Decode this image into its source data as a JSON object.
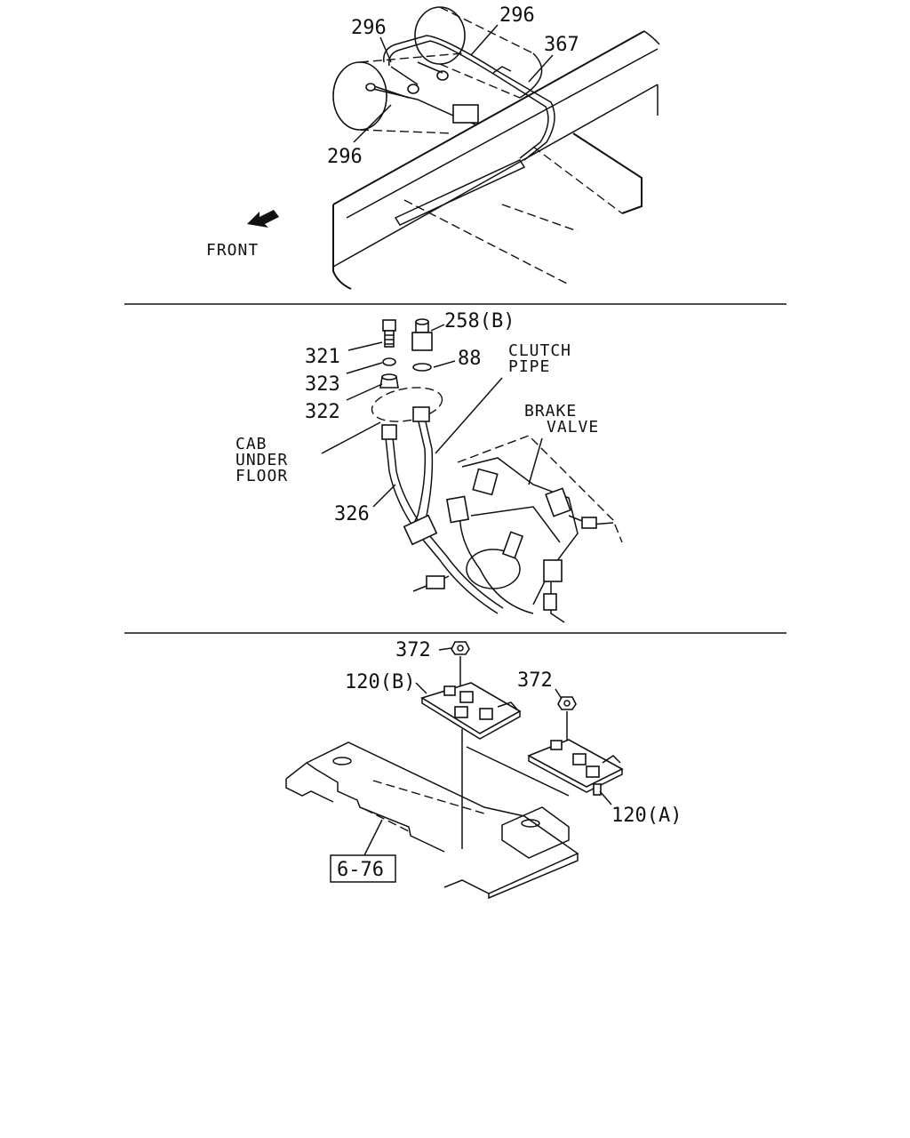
{
  "section1": {
    "labels": {
      "p296_a": "296",
      "p296_b": "296",
      "p296_c": "296",
      "p367": "367",
      "front": "FRONT"
    }
  },
  "section2": {
    "labels": {
      "p258b": "258(B)",
      "p321": "321",
      "p88": "88",
      "p323": "323",
      "p322": "322",
      "clutch1": "CLUTCH",
      "clutch2": "PIPE",
      "brake1": "BRAKE",
      "brake2": "VALVE",
      "cab1": "CAB",
      "cab2": "UNDER",
      "cab3": "FLOOR",
      "p326": "326"
    }
  },
  "section3": {
    "labels": {
      "p372_a": "372",
      "p372_b": "372",
      "p120b": "120(B)",
      "p120a": "120(A)",
      "ref676": "6-76"
    }
  }
}
